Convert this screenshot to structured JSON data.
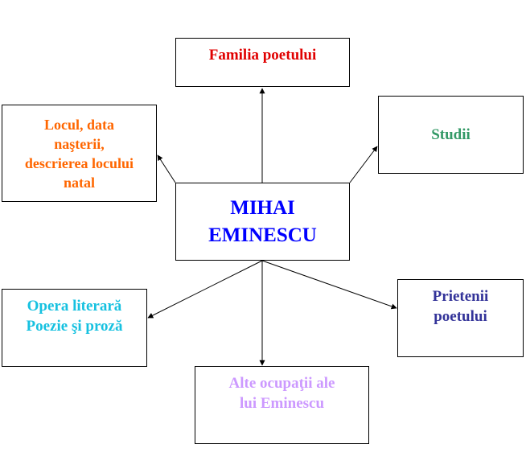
{
  "colors": {
    "center": "#0000ff",
    "familia": "#e00000",
    "locul": "#ff6600",
    "studii": "#339966",
    "opera": "#16c1e0",
    "prieteni": "#333399",
    "alte": "#cc99ff",
    "connector": "#000000"
  },
  "nodes": {
    "center": "MIHAI\nEMINESCU",
    "familia": "Familia  poetului",
    "locul": "Locul, data\nnaşterii,\ndescrierea locului\nnatal",
    "studii": "Studii",
    "opera": "Opera  literară\nPoezie şi proză",
    "prieteni": "Prietenii\npoetului",
    "alte": "Alte ocupaţii ale\nlui Eminescu"
  }
}
